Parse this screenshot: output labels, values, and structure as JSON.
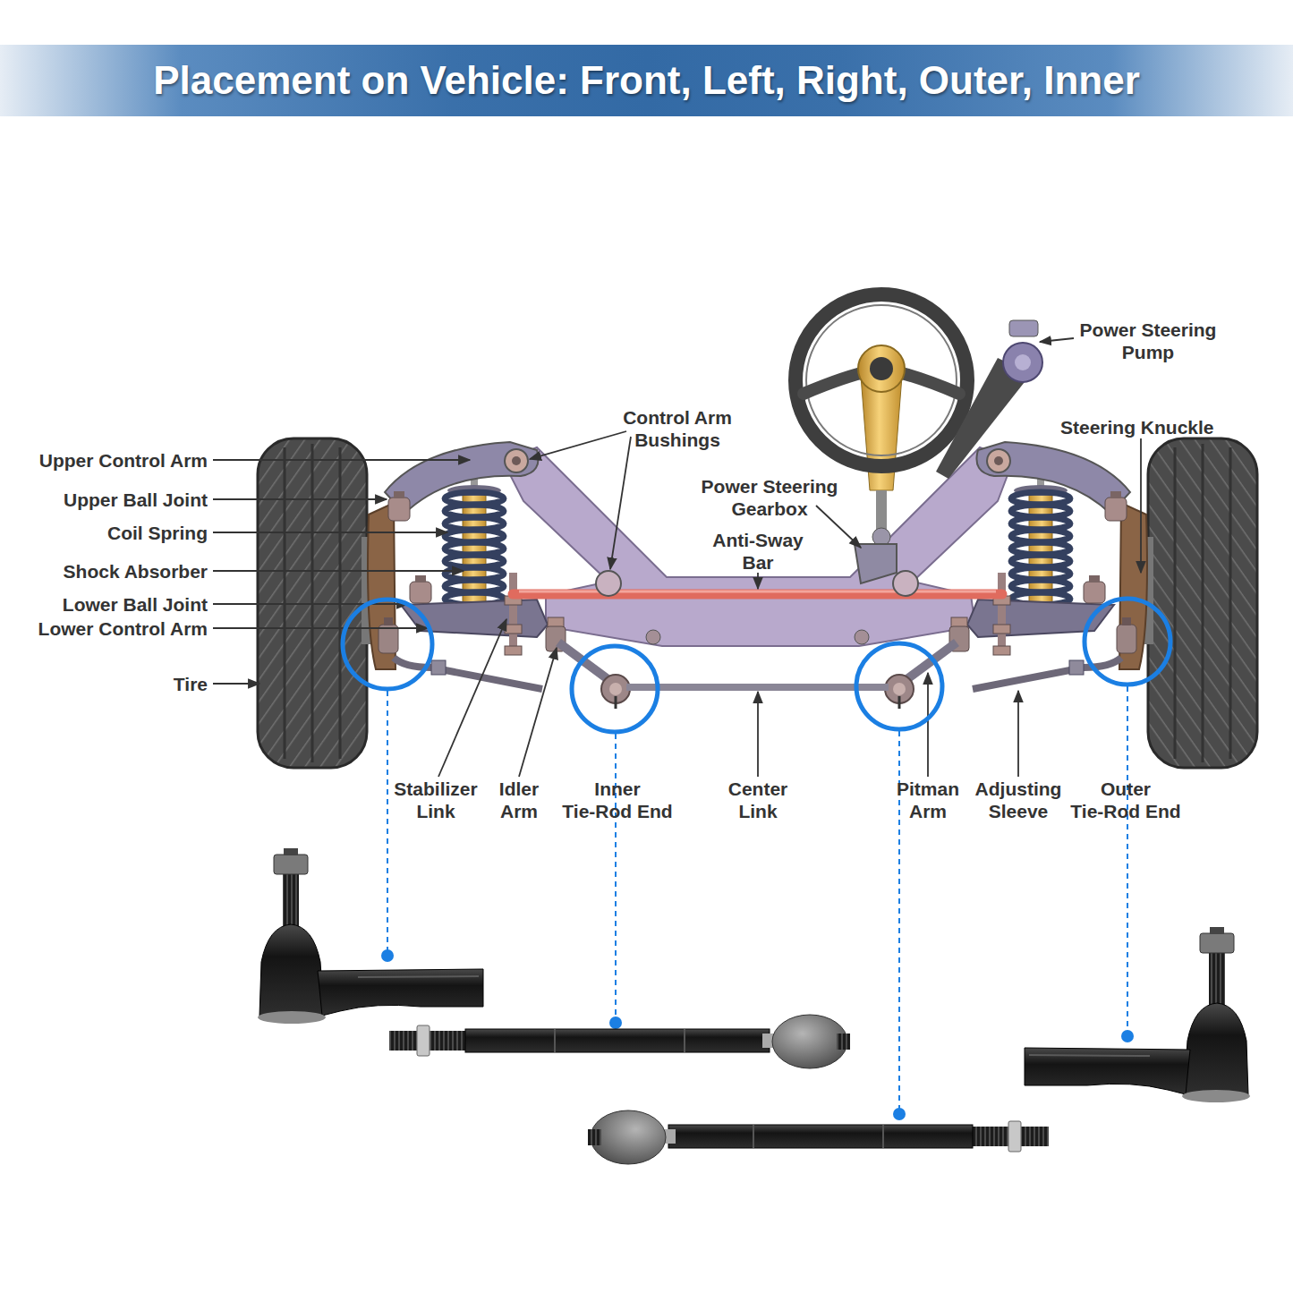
{
  "diagram": {
    "title": "Placement on Vehicle: Front, Left, Right, Outer, Inner",
    "labels": [
      "Power Steering Pump",
      "Control Arm Bushings",
      "Steering Knuckle",
      "Upper Control Arm",
      "Power Steering Gearbox",
      "Upper Ball Joint",
      "Coil Spring",
      "Anti-Sway Bar",
      "Shock Absorber",
      "Lower Ball Joint",
      "Lower Control Arm",
      "Tire",
      "Stabilizer Link",
      "Idler Arm",
      "Inner Tie-Rod End",
      "Center Link",
      "Pitman Arm",
      "Adjusting Sleeve",
      "Outer Tie-Rod End"
    ]
  }
}
